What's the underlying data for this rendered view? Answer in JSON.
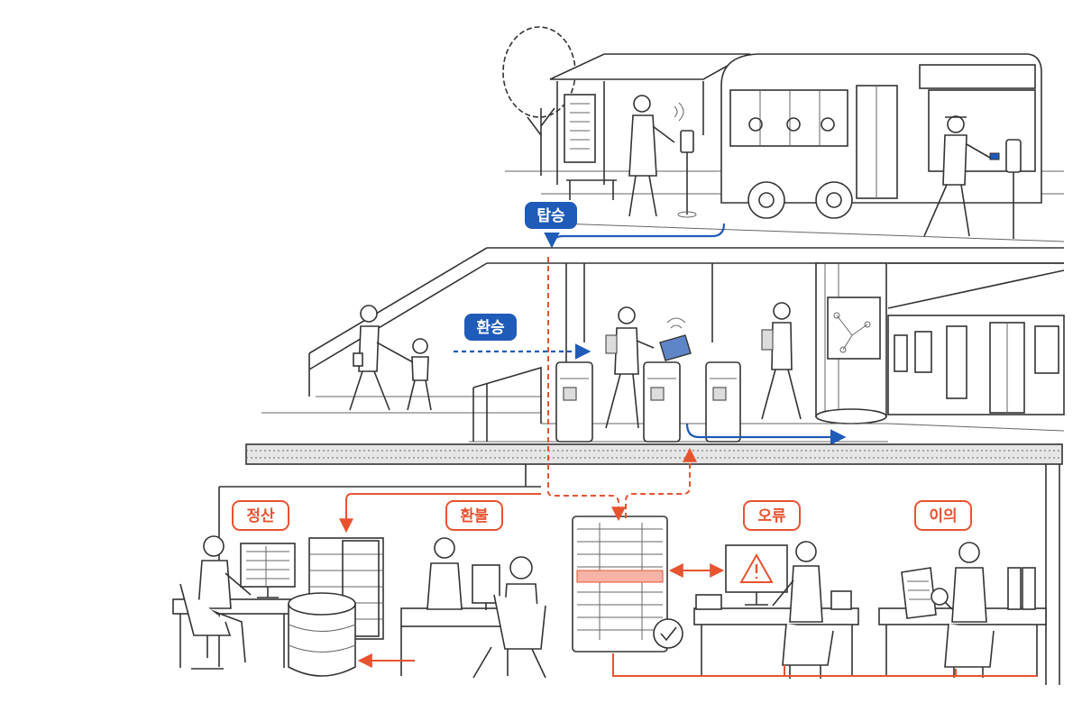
{
  "labels": {
    "boarding": "탑승",
    "transfer": "환승",
    "settlement": "정산",
    "refund": "환불",
    "error": "오류",
    "objection": "이의"
  },
  "colors": {
    "boarding_flow": "#1f5bb8",
    "backoffice_flow": "#e8532f",
    "ledger_highlight": "#f6b3a6"
  },
  "icons": {
    "tap_signal": "wifi-icon",
    "alert": "warning-triangle-icon",
    "verified": "check-circle-icon",
    "database": "database-icon",
    "magnifier": "magnifying-glass-icon"
  }
}
